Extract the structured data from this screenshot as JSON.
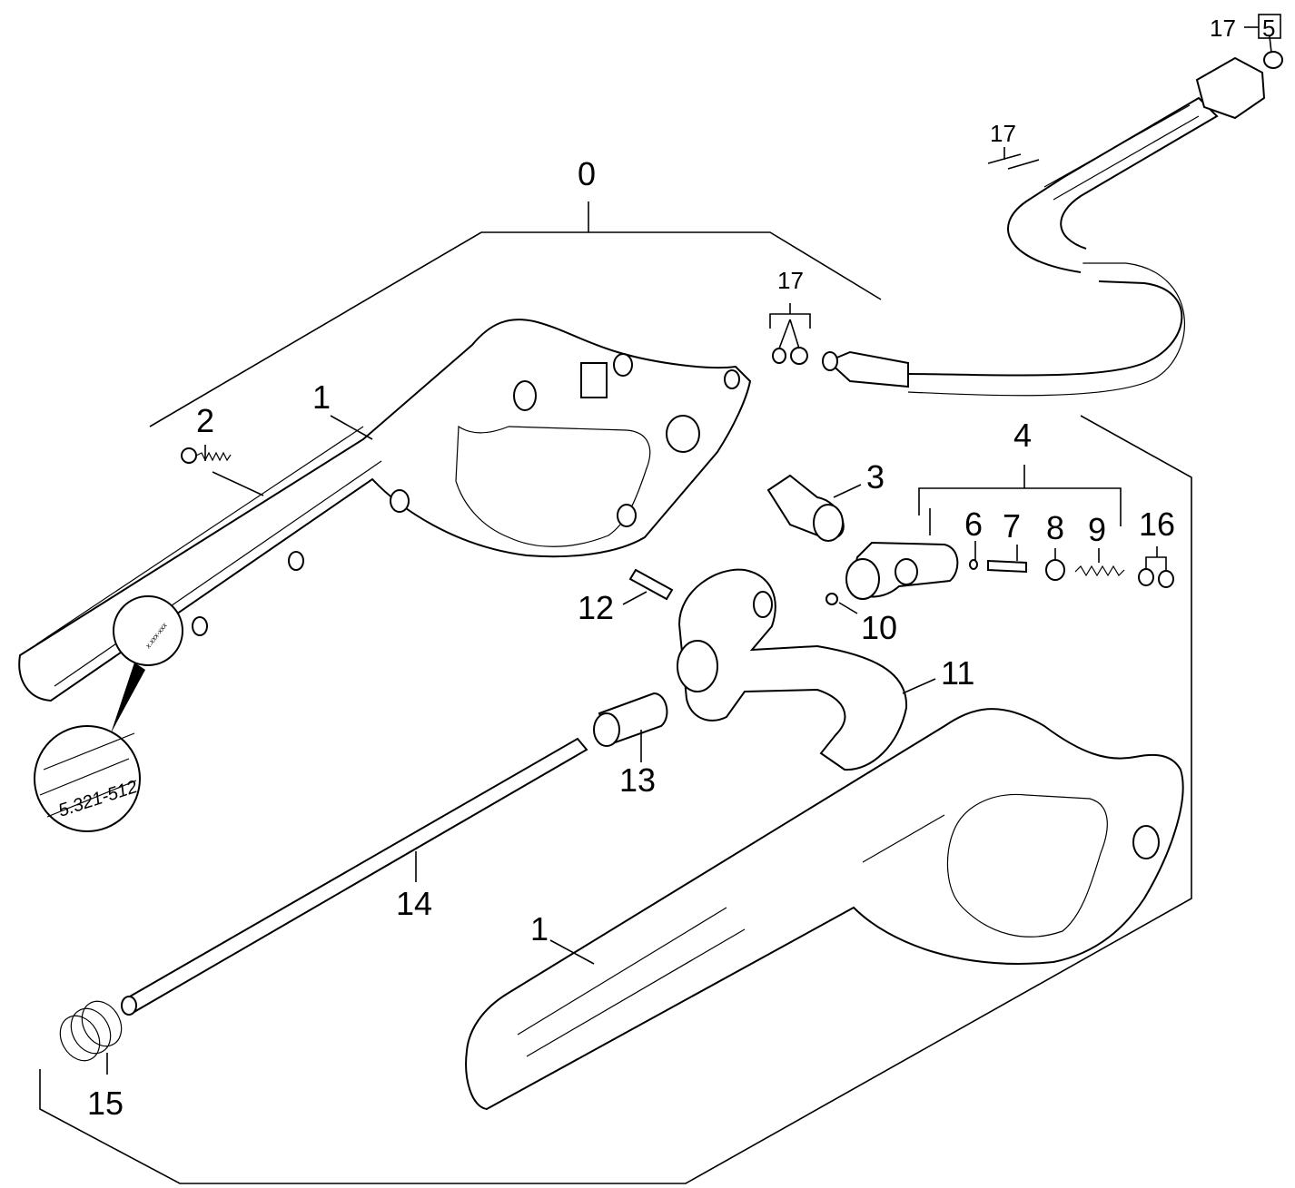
{
  "labels": {
    "l0": "0",
    "l1_top": "1",
    "l1_bottom": "1",
    "l2": "2",
    "l3": "3",
    "l4": "4",
    "l5": "5",
    "l6": "6",
    "l7": "7",
    "l8": "8",
    "l9": "9",
    "l10": "10",
    "l11": "11",
    "l12": "12",
    "l13": "13",
    "l14": "14",
    "l15": "15",
    "l16": "16",
    "l17_top": "17",
    "l17_hose": "17",
    "l17_oring": "17"
  },
  "part_number_stamp": "5.321-512",
  "part_number_placeholder": "x.xxx-xxx"
}
